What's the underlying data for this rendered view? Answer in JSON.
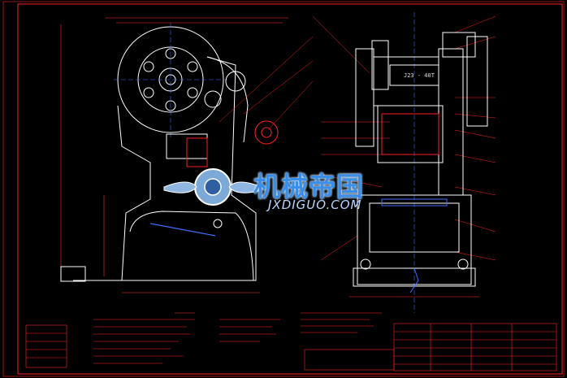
{
  "drawing": {
    "model_label": "J23 - 40T",
    "watermark_cn": "机械帝国",
    "watermark_en": "JXDIGUO.COM",
    "colors": {
      "background": "#000000",
      "outline": "#ffffff",
      "annotation": "#ff2020",
      "dimension": "#ff3030",
      "watermark": "#3a8ee8"
    }
  }
}
